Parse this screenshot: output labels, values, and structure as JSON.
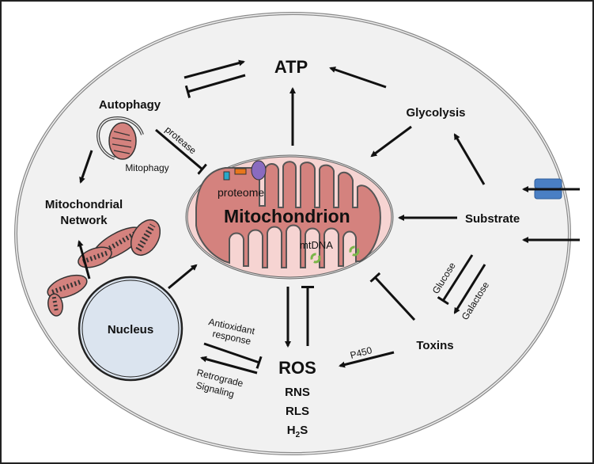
{
  "nodes": {
    "atp": "ATP",
    "glycolysis": "Glycolysis",
    "autophagy": "Autophagy",
    "mitophagy": "Mitophagy",
    "mito_network_line1": "Mitochondrial",
    "mito_network_line2": "Network",
    "mitochondrion": "Mitochondrion",
    "proteome": "proteome",
    "mtdna": "mtDNA",
    "substrate": "Substrate",
    "nucleus": "Nucleus",
    "ros": "ROS",
    "rns": "RNS",
    "rls": "RLS",
    "h2s_h": "H",
    "h2s_sub": "2",
    "h2s_s": "S",
    "toxins": "Toxins"
  },
  "edge_labels": {
    "protease": "protease",
    "glucose": "Glucose",
    "galactose": "Galactose",
    "p450": "P450",
    "antioxidant_line1": "Antioxidant",
    "antioxidant_line2": "response",
    "retrograde_line1": "Retrograde",
    "retrograde_line2": "Signaling"
  },
  "colors": {
    "frame": "#222222",
    "cell_fill": "#f1f1f1",
    "cell_membrane": "#8a8a8a",
    "mito_outer": "#f6d4d2",
    "mito_matrix": "#d4827e",
    "mito_line": "#555555",
    "nucleus_fill": "#dbe4ef",
    "transporter": "#4a7fc4",
    "mtdna_ring": "#7ab648",
    "protein_cyan": "#2aa9c9",
    "protein_orange": "#e8761c",
    "protein_purple": "#8a6bbf",
    "arrow": "#111111"
  }
}
